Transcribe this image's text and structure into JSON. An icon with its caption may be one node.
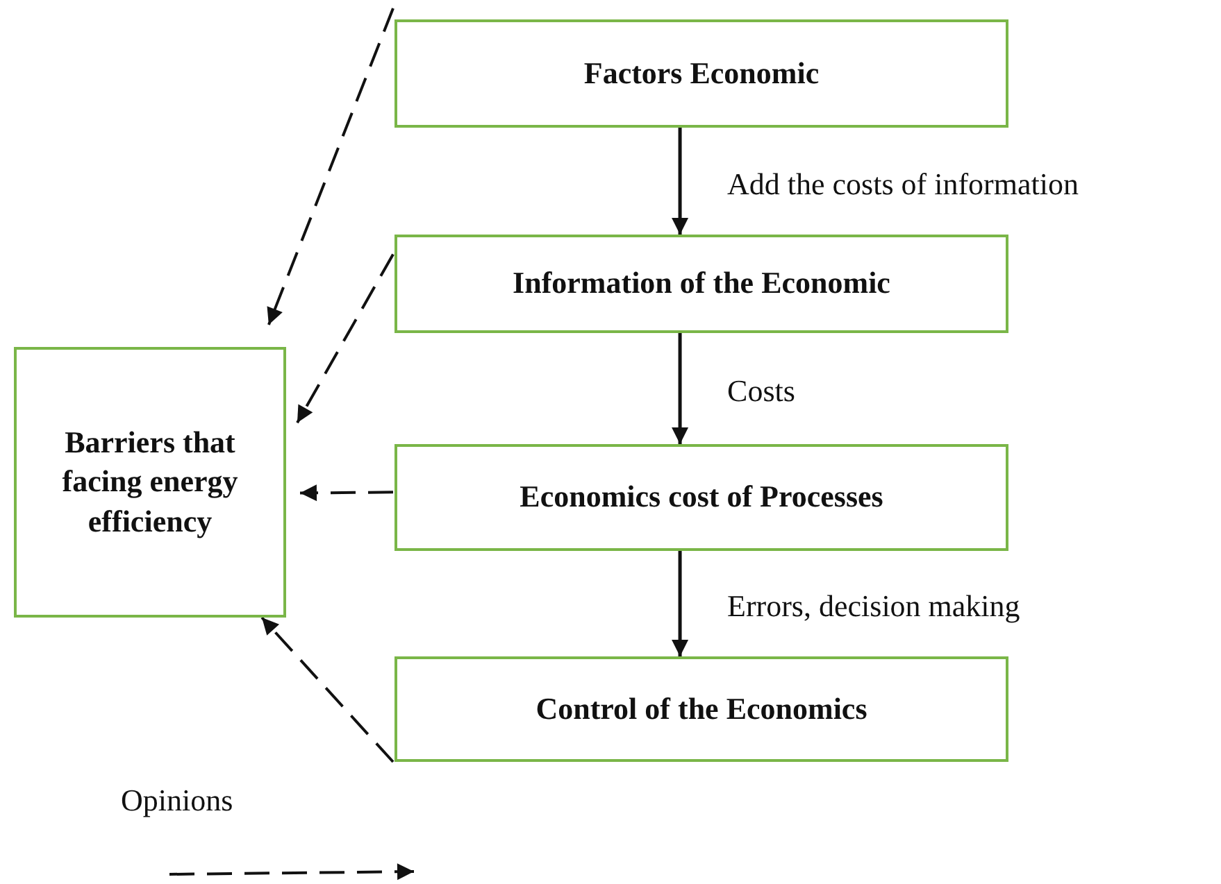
{
  "diagram": {
    "nodes": [
      {
        "text": [
          "Factors Economic"
        ]
      },
      {
        "text": [
          "Information of the Economic"
        ]
      },
      {
        "text": [
          "Economics cost of Processes"
        ]
      },
      {
        "text": [
          "Control of the Economics"
        ]
      },
      {
        "text": [
          "Barriers that facing energy efficiency"
        ]
      }
    ],
    "edges": [
      {
        "from": 0,
        "to": 1,
        "arrow": "to",
        "label": "Add the costs of information"
      },
      {
        "from": 1,
        "to": 2,
        "arrow": "to",
        "label": "Costs"
      },
      {
        "from": 2,
        "to": 3,
        "arrow": "to",
        "label": "Errors, decision making"
      },
      {
        "from": 0,
        "to": 4,
        "arrow": "to",
        "style": "dashed"
      },
      {
        "from": 1,
        "to": 4,
        "arrow": "to",
        "style": "dashed"
      },
      {
        "from": 2,
        "to": 4,
        "arrow": "to",
        "style": "dashed"
      },
      {
        "from": 3,
        "to": 4,
        "arrow": "to",
        "style": "dashed"
      }
    ],
    "legend": [
      {
        "text": "Opinions"
      }
    ]
  }
}
